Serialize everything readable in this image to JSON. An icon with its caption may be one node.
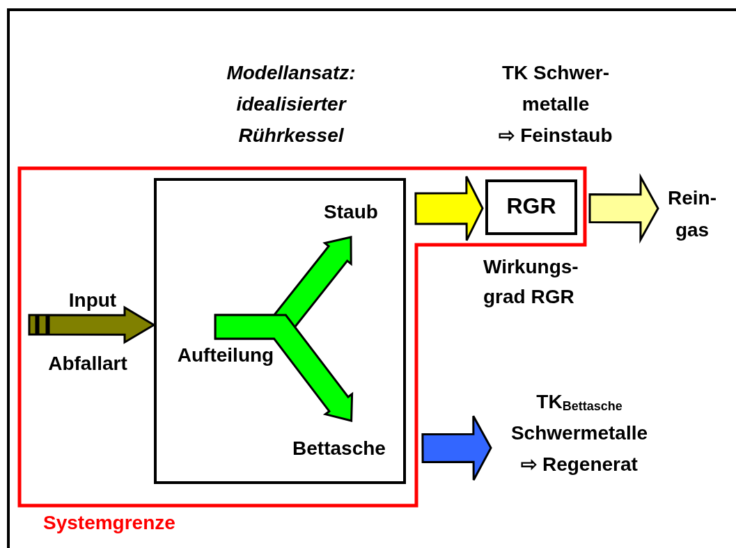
{
  "diagram": {
    "nodes": [
      {
        "text": [
          "Systemgrenze"
        ]
      },
      {
        "text": [],
        "shape": "box",
        "in": 0
      },
      {
        "text": [
          "Staub"
        ],
        "in": 1
      },
      {
        "text": [
          "Aufteilung"
        ],
        "in": 1
      },
      {
        "text": [
          "Bettasche"
        ],
        "in": 1
      },
      {
        "text": [
          "RGR"
        ],
        "in": 0
      },
      {
        "text": [
          "Rein- gas"
        ]
      },
      {
        "text": [
          "TK$_{Bettasche}$ Schwermetalle ⇨ Regenerat"
        ]
      }
    ],
    "edges": [
      {
        "from": null,
        "to": 1,
        "arrow": "to",
        "color": "#808000"
      },
      {
        "from": 3,
        "to": 2,
        "arrow": "to",
        "color": "#00ff00"
      },
      {
        "from": 3,
        "to": 4,
        "arrow": "to",
        "color": "#00ff00"
      },
      {
        "from": 1,
        "to": 5,
        "arrow": "to",
        "color": "#ffff00"
      },
      {
        "from": 5,
        "to": 6,
        "arrow": "to",
        "color": "#ffff99"
      },
      {
        "from": 0,
        "to": 7,
        "arrow": "to",
        "color": "#3366ff"
      }
    ],
    "labels": [
      "Modellansatz: idealisierter Rührkessel",
      "TK Schwer- metalle ⇨ Feinstaub",
      "Wirkungs- grad RGR",
      "Input",
      "Abfallart"
    ]
  }
}
